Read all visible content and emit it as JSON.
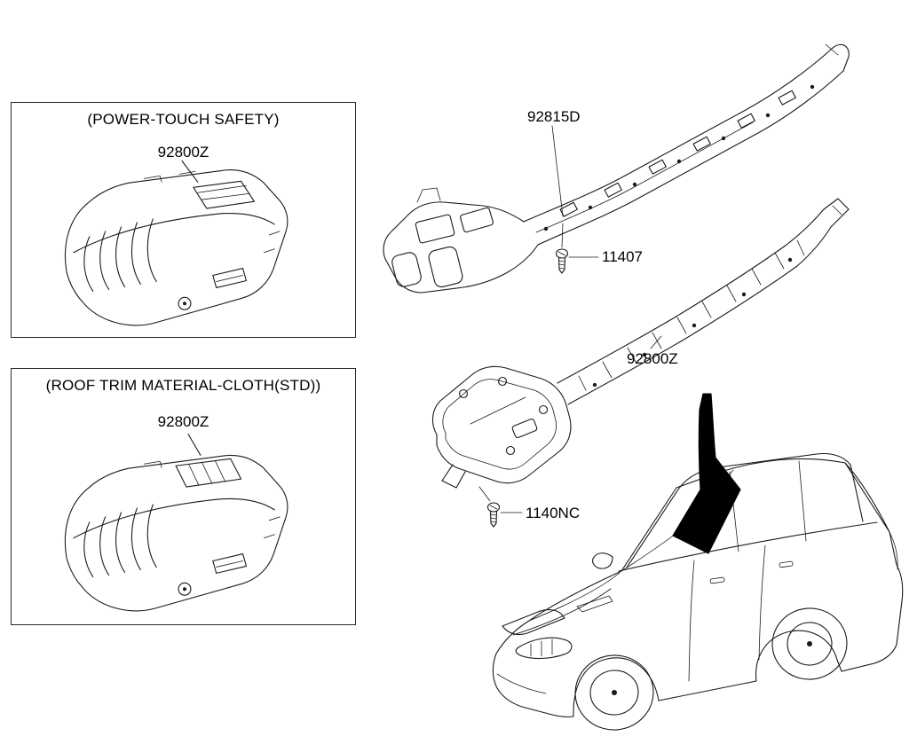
{
  "page": {
    "background": "#ffffff",
    "line_color": "#1a1a1a"
  },
  "panels": [
    {
      "title": "(POWER-TOUCH SAFETY)",
      "part_label": "92800Z"
    },
    {
      "title": "(ROOF TRIM MATERIAL-CLOTH(STD))",
      "part_label": "92800Z"
    }
  ],
  "callouts": [
    {
      "text": "92815D"
    },
    {
      "text": "11407"
    },
    {
      "text": "92800Z"
    },
    {
      "text": "1140NC"
    }
  ],
  "figures": [
    {
      "name": "overhead-console-power-touch"
    },
    {
      "name": "overhead-console-cloth-std"
    },
    {
      "name": "roof-wiring-assembly"
    },
    {
      "name": "roof-rail-with-console"
    },
    {
      "name": "mounting-screw-top"
    },
    {
      "name": "mounting-screw-bottom"
    },
    {
      "name": "sedan-outline"
    },
    {
      "name": "roof-location-marker"
    }
  ]
}
